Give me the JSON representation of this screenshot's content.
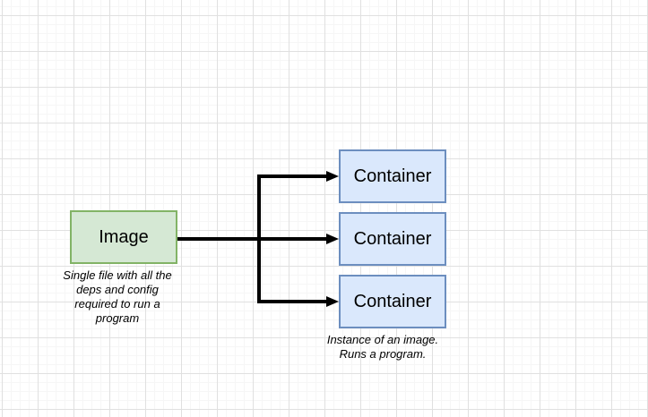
{
  "canvas": {
    "background": "#ffffff",
    "grid_major_color": "#e0e0e0",
    "grid_minor_color": "#f6f6f6"
  },
  "nodes": {
    "image": {
      "label": "Image",
      "fill": "#d5e8d4",
      "stroke": "#82b366"
    },
    "containers": [
      {
        "label": "Container"
      },
      {
        "label": "Container"
      },
      {
        "label": "Container"
      }
    ],
    "container_style": {
      "fill": "#dae8fc",
      "stroke": "#6c8ebf"
    }
  },
  "captions": {
    "image": {
      "lines": [
        "Single file with all the",
        "deps and config",
        "required to run a",
        "program"
      ]
    },
    "containers": {
      "lines": [
        "Instance of an image.",
        "Runs a program."
      ]
    }
  },
  "connectors": {
    "color": "#000000"
  }
}
